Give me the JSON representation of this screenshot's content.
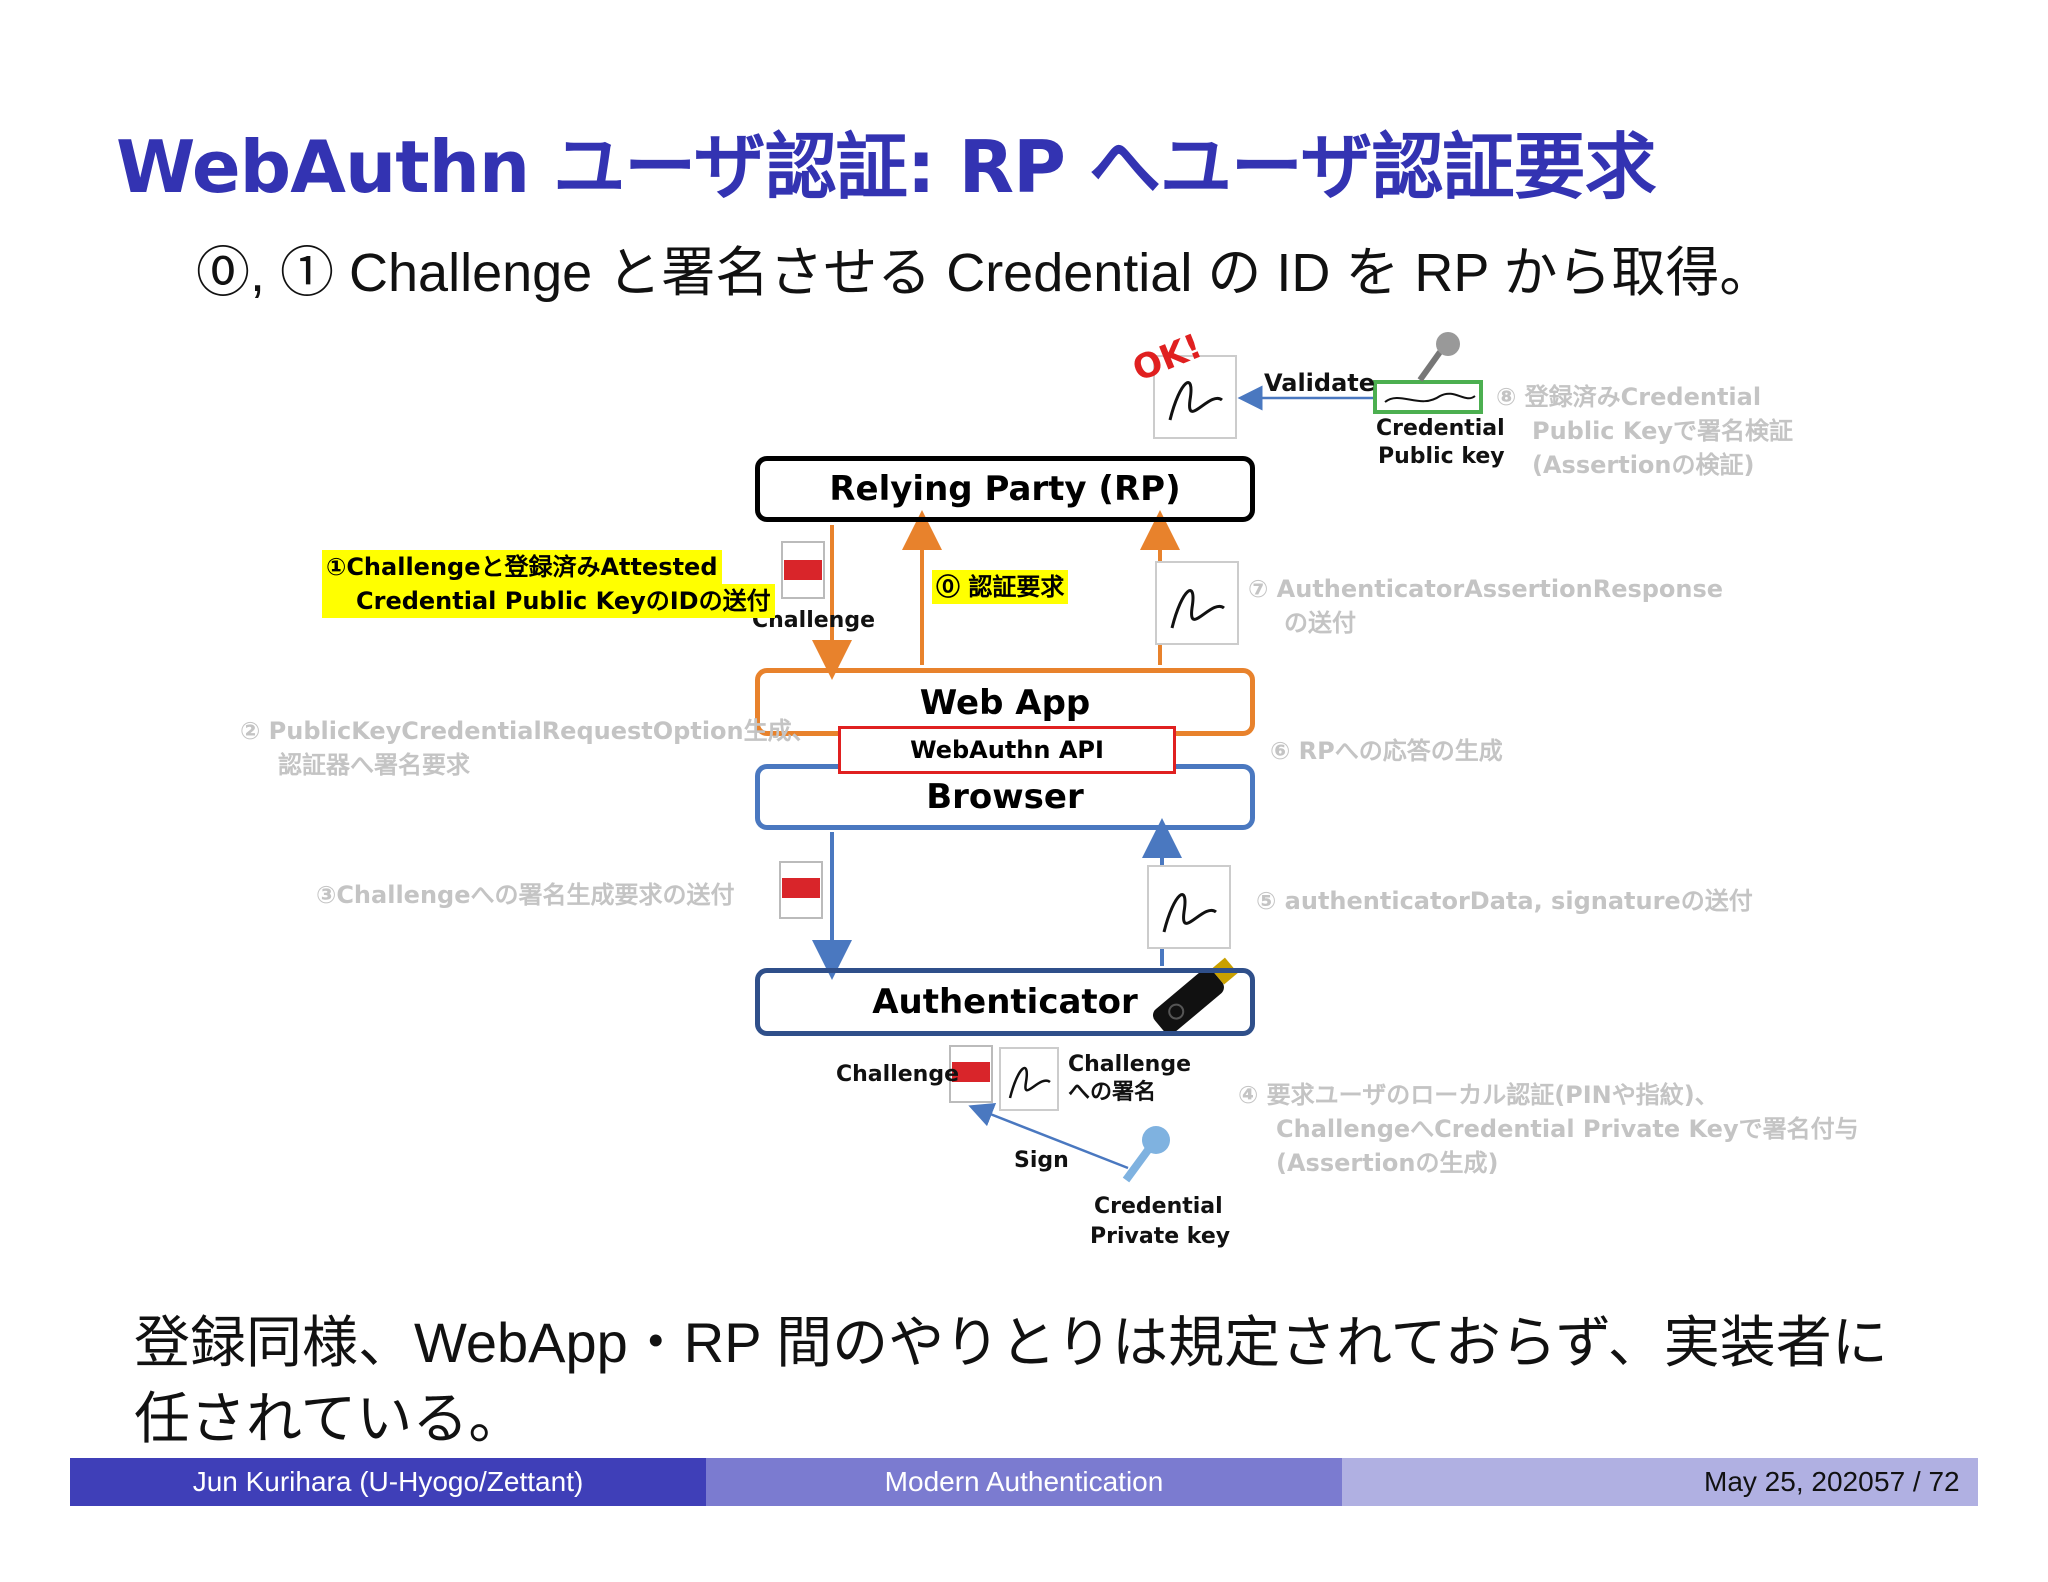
{
  "slide": {
    "title": "WebAuthn ユーザ認証: RP へユーザ認証要求",
    "subtitle": "⓪, ① Challenge と署名させる Credential の ID を RP から取得。",
    "bottom_text": "登録同様、WebApp・RP 間のやりとりは規定されておらず、実装者に任されている。"
  },
  "diagram": {
    "boxes": {
      "rp": "Relying Party (RP)",
      "webapp": "Web App",
      "webauthn_api": "WebAuthn API",
      "browser": "Browser",
      "authenticator": "Authenticator"
    },
    "labels": {
      "ok": "OK!",
      "validate": "Validate",
      "credential_public_key_1": "Credential",
      "credential_public_key_2": "Public key",
      "challenge_top": "Challenge",
      "challenge_bottom": "Challenge",
      "challenge_sign_1": "Challenge",
      "challenge_sign_2": "への署名",
      "sign": "Sign",
      "credential_private_key_1": "Credential",
      "credential_private_key_2": "Private key"
    },
    "highlighted_steps": {
      "step1_line1": "①Challengeと登録済みAttested",
      "step1_line2": "Credential Public KeyのIDの送付",
      "step0": "⓪ 認証要求"
    },
    "gray_steps": {
      "step2_line1": "② PublicKeyCredentialRequestOption生成、",
      "step2_line2": "認証器へ署名要求",
      "step3": "③Challengeへの署名生成要求の送付",
      "step4_line1": "④ 要求ユーザのローカル認証(PINや指紋)、",
      "step4_line2": "ChallengeへCredential Private Keyで署名付与",
      "step4_line3": "(Assertionの生成)",
      "step5": "⑤ authenticatorData, signatureの送付",
      "step6": "⑥ RPへの応答の生成",
      "step7_line1": "⑦ AuthenticatorAssertionResponse",
      "step7_line2": "の送付",
      "step8_line1": "⑧ 登録済みCredential",
      "step8_line2": "Public Keyで署名検証",
      "step8_line3": "(Assertionの検証)"
    },
    "colors": {
      "orange": "#e8822c",
      "blue": "#4a78c0",
      "red": "#e02020",
      "navy": "#2f4f8a"
    }
  },
  "footer": {
    "author": "Jun Kurihara  (U-Hyogo/Zettant)",
    "talk_title": "Modern Authentication",
    "date": "May 25, 2020",
    "page": "57 / 72"
  }
}
